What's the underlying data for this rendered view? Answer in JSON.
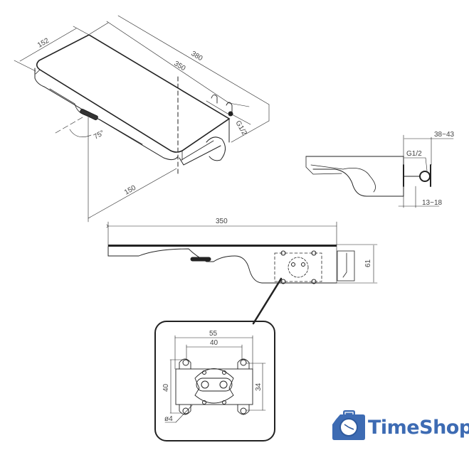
{
  "iso_view": {
    "dims": {
      "width": "152",
      "length_inner": "350",
      "length_outer": "380",
      "projection": "150",
      "angle": "75°",
      "thread": "G1/2"
    }
  },
  "side_view": {
    "dims": {
      "depth_range": "38~43",
      "thread": "G1/2",
      "wall_range": "13~18"
    }
  },
  "front_view": {
    "dims": {
      "length": "350",
      "height": "61"
    }
  },
  "detail_view": {
    "dims": {
      "outer_width": "55",
      "inner_width": "40",
      "height_left": "40",
      "height_right": "34",
      "hole_diameter": "ø4"
    }
  },
  "logo": {
    "text": "TimeShop",
    "color": "#3d6bb3"
  }
}
